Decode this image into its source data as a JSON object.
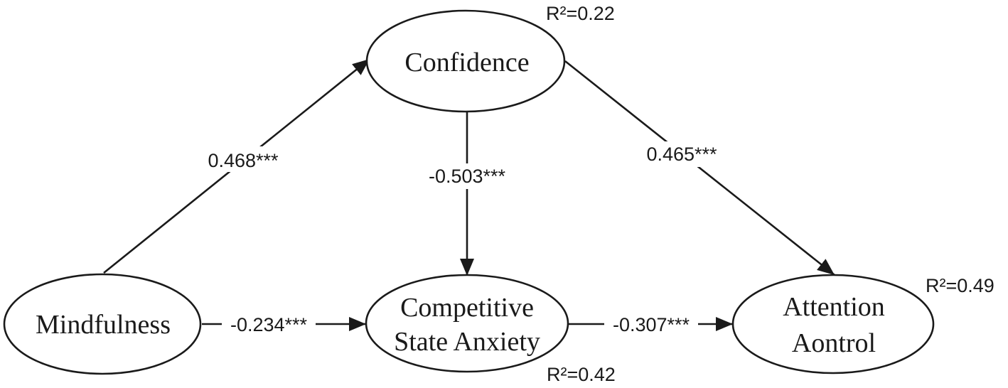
{
  "nodes": {
    "confidence": {
      "lines": [
        "Confidence"
      ]
    },
    "mindfulness": {
      "lines": [
        "Mindfulness"
      ]
    },
    "anxiety": {
      "lines": [
        "Competitive",
        "State Anxiety"
      ]
    },
    "attention": {
      "lines": [
        "Attention",
        "Aontrol"
      ]
    }
  },
  "edges": {
    "mindfulness_confidence": "0.468***",
    "confidence_anxiety": "-0.503***",
    "confidence_attention": "0.465***",
    "mindfulness_anxiety": "-0.234***",
    "anxiety_attention": "-0.307***"
  },
  "r_squared": {
    "confidence": "R²=0.22",
    "anxiety": "R²=0.42",
    "attention": "R²=0.49"
  },
  "colors": {
    "stroke": "#1a1a1a",
    "background": "#ffffff"
  }
}
